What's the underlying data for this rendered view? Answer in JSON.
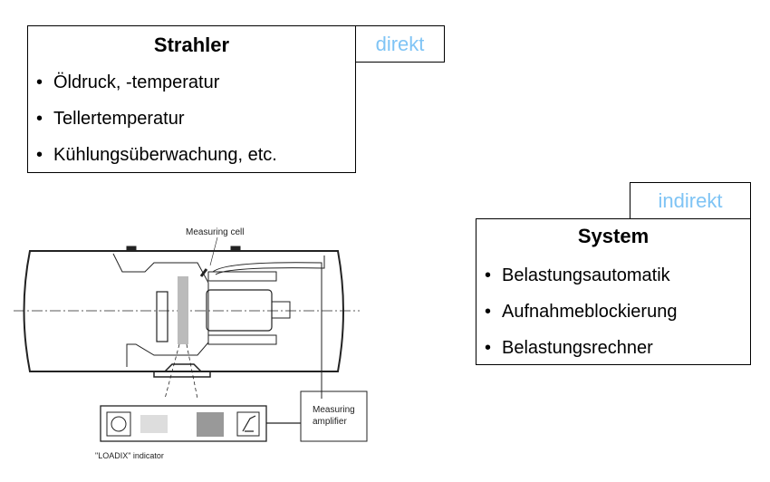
{
  "strahler": {
    "title": "Strahler",
    "tag": "direkt",
    "items": [
      "Öldruck, -temperatur",
      "Tellertemperatur",
      "Kühlungsüberwachung, etc."
    ]
  },
  "system": {
    "title": "System",
    "tag": "indirekt",
    "items": [
      "Belastungsautomatik",
      "Aufnahmeblockierung",
      "Belastungsrechner"
    ]
  },
  "diagram": {
    "measuring_cell": "Measuring cell",
    "amplifier_line1": "Measuring",
    "amplifier_line2": "amplifier",
    "indicator": "\"LOADIX\" indicator"
  }
}
